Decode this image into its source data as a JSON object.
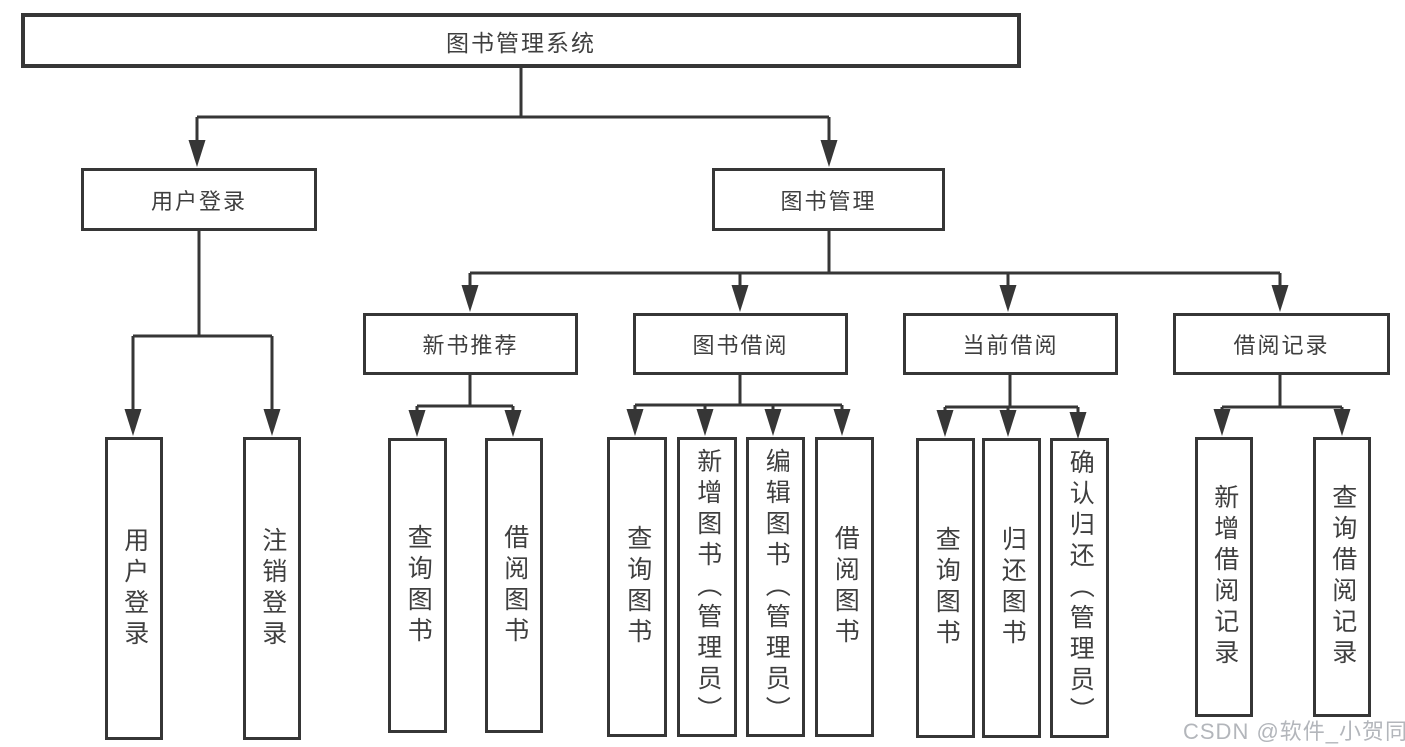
{
  "diagram": {
    "root": {
      "label": "图书管理系统"
    },
    "branches": [
      {
        "label": "用户登录",
        "children": [
          {
            "label": "用户登录"
          },
          {
            "label": "注销登录"
          }
        ]
      },
      {
        "label": "图书管理",
        "sections": [
          {
            "label": "新书推荐",
            "children": [
              {
                "label": "查询图书"
              },
              {
                "label": "借阅图书"
              }
            ]
          },
          {
            "label": "图书借阅",
            "children": [
              {
                "label": "查询图书"
              },
              {
                "label": "新增图书（管理员）"
              },
              {
                "label": "编辑图书（管理员）"
              },
              {
                "label": "借阅图书"
              }
            ]
          },
          {
            "label": "当前借阅",
            "children": [
              {
                "label": "查询图书"
              },
              {
                "label": "归还图书"
              },
              {
                "label": "确认归还（管理员）"
              }
            ]
          },
          {
            "label": "借阅记录",
            "children": [
              {
                "label": "新增借阅记录"
              },
              {
                "label": "查询借阅记录"
              }
            ]
          }
        ]
      }
    ]
  },
  "watermark": {
    "text": "CSDN @软件_小贺同学"
  },
  "colors": {
    "line": "#363636",
    "text": "#3f3f3f",
    "watermark": "#b3b6bb"
  }
}
